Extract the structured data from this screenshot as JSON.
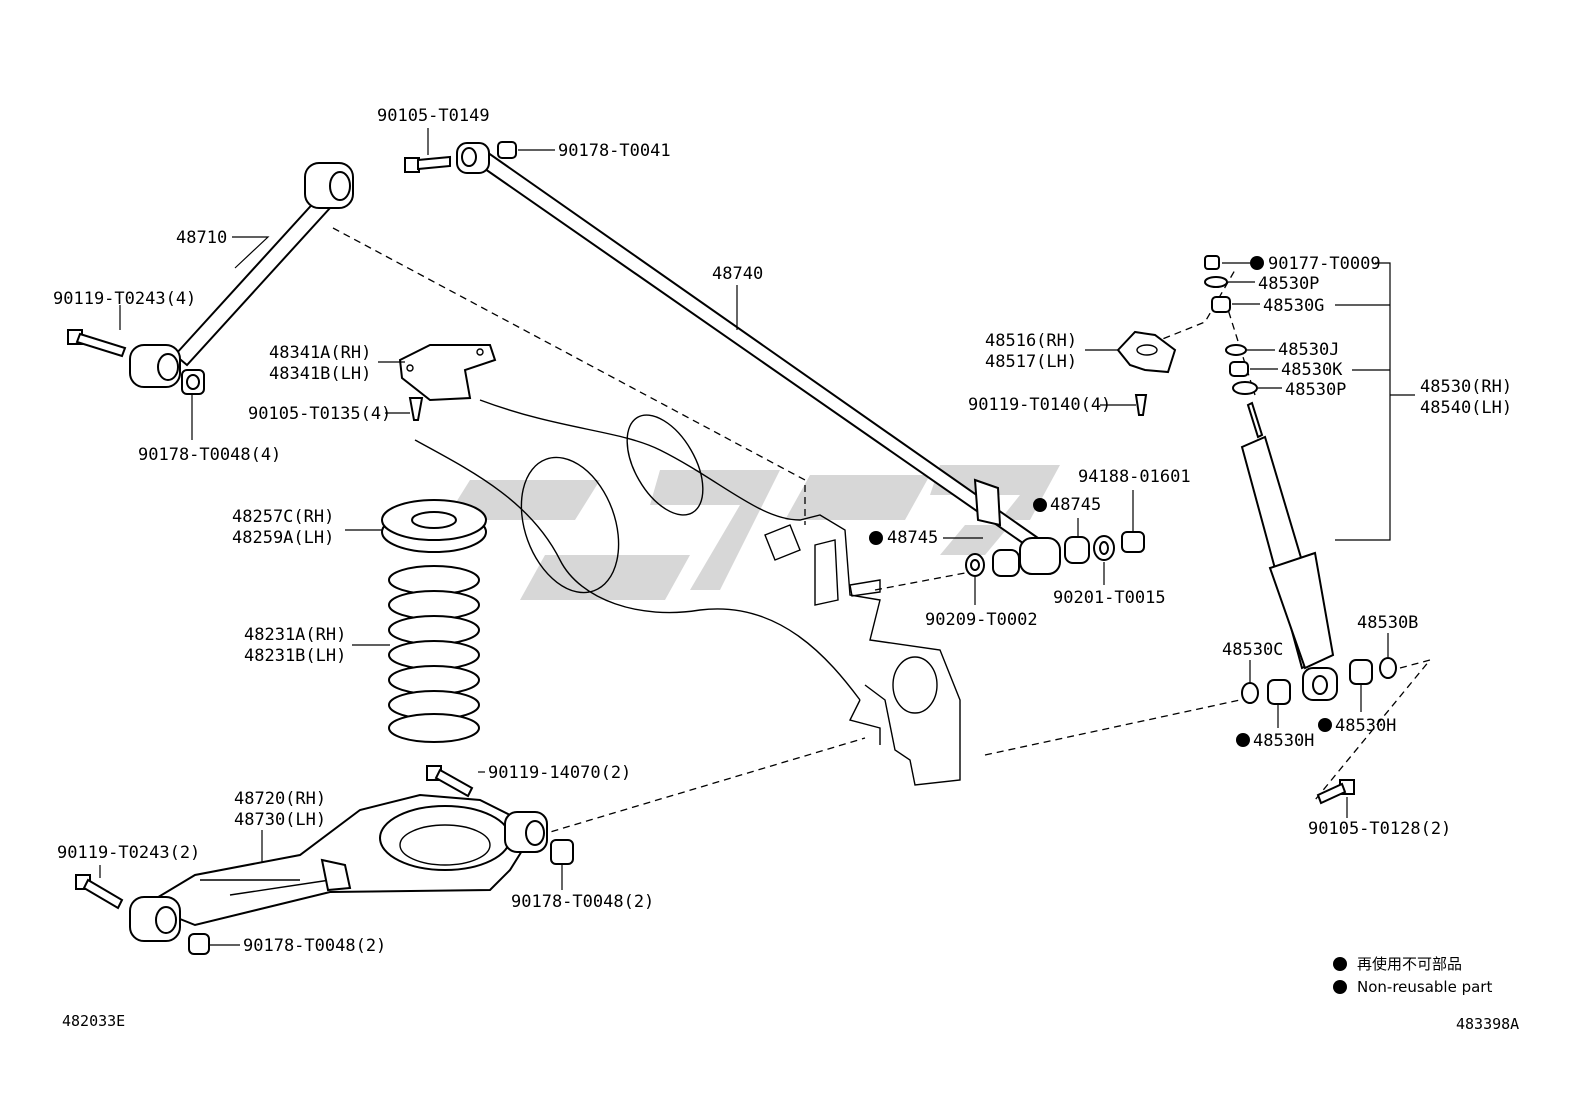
{
  "labels": {
    "p_90105_T0149": "90105-T0149",
    "p_90178_T0041": "90178-T0041",
    "p_48710": "48710",
    "p_48740": "48740",
    "p_90119_T0243_4": "90119-T0243(4)",
    "p_90178_T0048_4": "90178-T0048(4)",
    "p_48341A": "48341A(RH)",
    "p_48341B": "48341B(LH)",
    "p_90105_T0135_4": "90105-T0135(4)",
    "p_48257C": "48257C(RH)",
    "p_48259A": "48259A(LH)",
    "p_48231A": "48231A(RH)",
    "p_48231B": "48231B(LH)",
    "p_90119_14070_2": "90119-14070(2)",
    "p_48720": "48720(RH)",
    "p_48730": "48730(LH)",
    "p_90119_T0243_2": "90119-T0243(2)",
    "p_90178_T0048_2a": "90178-T0048(2)",
    "p_90178_T0048_2b": "90178-T0048(2)",
    "p_48745_a": "48745",
    "p_48745_b": "48745",
    "p_94188_01601": "94188-01601",
    "p_90209_T0002": "90209-T0002",
    "p_90201_T0015": "90201-T0015",
    "p_48516": "48516(RH)",
    "p_48517": "48517(LH)",
    "p_90119_T0140_4": "90119-T0140(4)",
    "p_90177_T0009": "90177-T0009",
    "p_48530P_a": "48530P",
    "p_48530G": "48530G",
    "p_48530J": "48530J",
    "p_48530K": "48530K",
    "p_48530P_b": "48530P",
    "p_48530_RH": "48530(RH)",
    "p_48540_LH": "48540(LH)",
    "p_48530C": "48530C",
    "p_48530B": "48530B",
    "p_48530H_a": "48530H",
    "p_48530H_b": "48530H",
    "p_90105_T0128_2": "90105-T0128(2)"
  },
  "legend": {
    "japanese": "再使用不可部品",
    "english": "Non-reusable part"
  },
  "footer": {
    "left_code": "482033E",
    "right_code": "483398A"
  }
}
